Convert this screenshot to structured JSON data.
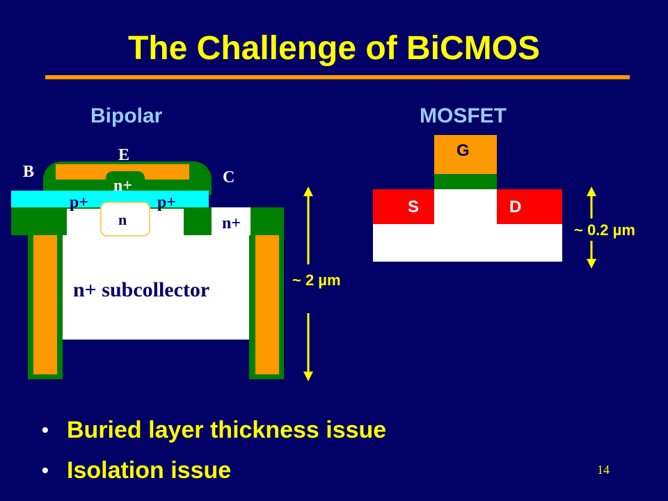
{
  "slide": {
    "title": "The Challenge of BiCMOS",
    "page_number": "14"
  },
  "bipolar": {
    "heading": "Bipolar",
    "terminal_base": "B",
    "terminal_emitter": "E",
    "terminal_collector": "C",
    "emitter_region": "n+",
    "base_contact_left": "p+",
    "base_contact_right": "p+",
    "base_region": "n",
    "collector_contact": "n+",
    "subcollector": "n+ subcollector",
    "dimension": "~ 2 µm"
  },
  "mosfet": {
    "heading": "MOSFET",
    "gate": "G",
    "source": "S",
    "drain": "D",
    "dimension": "~ 0.2 µm"
  },
  "bullets": [
    "Buried layer thickness issue",
    "Isolation issue"
  ],
  "colors": {
    "background": "#000066",
    "title": "#ffff00",
    "rule": "#ff9900",
    "heading": "#99ccff",
    "orange": "#ff9900",
    "green": "#008000",
    "cyan": "#00ffff",
    "red": "#ff0000",
    "white": "#ffffff"
  }
}
